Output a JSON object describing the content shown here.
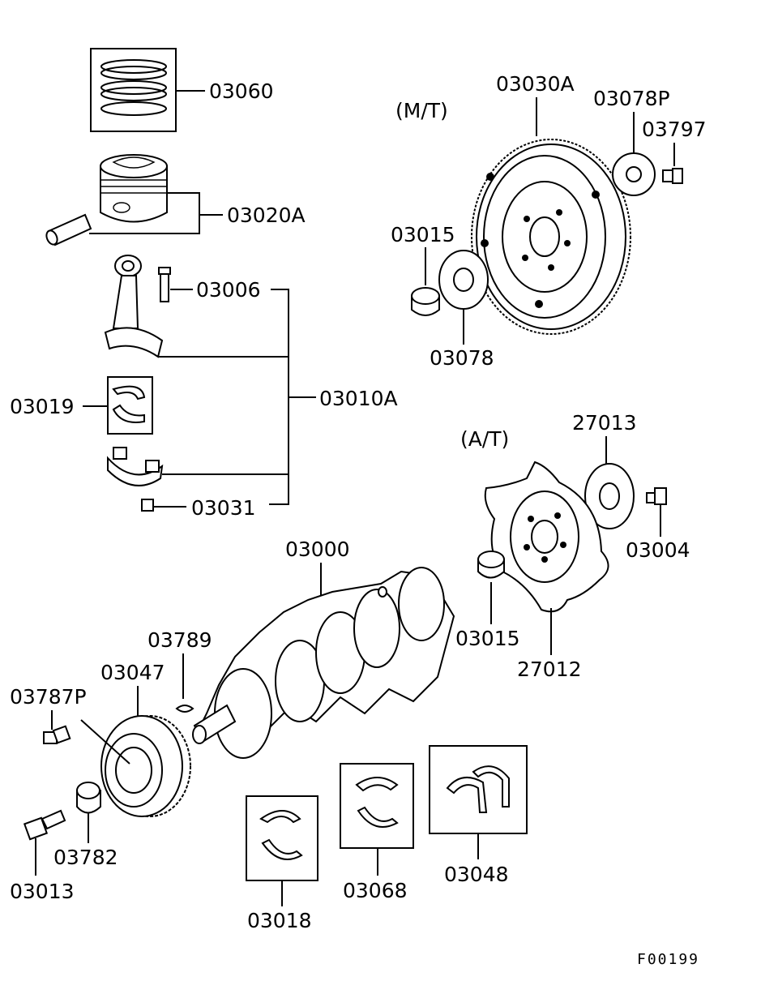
{
  "diagram": {
    "labels": {
      "p03060": "03060",
      "p03020A": "03020A",
      "p03006": "03006",
      "p03010A": "03010A",
      "p03019": "03019",
      "p03031": "03031",
      "mt": "(M/T)",
      "p03030A": "03030A",
      "p03078P": "03078P",
      "p03797": "03797",
      "p03015_top": "03015",
      "p03078": "03078",
      "at": "(A/T)",
      "p27013": "27013",
      "p03004": "03004",
      "p03015_bot": "03015",
      "p27012": "27012",
      "p03000": "03000",
      "p03789": "03789",
      "p03047": "03047",
      "p03787P": "03787P",
      "p03782": "03782",
      "p03013": "03013",
      "p03018": "03018",
      "p03068": "03068",
      "p03048": "03048",
      "figure_code": "F00199"
    },
    "icons": [
      "piston-rings-icon",
      "piston-icon",
      "piston-pin-icon",
      "connecting-rod-icon",
      "bearing-icon",
      "flywheel-icon",
      "drive-plate-icon",
      "crankshaft-icon",
      "pulley-icon",
      "bolt-icon",
      "washer-icon",
      "key-icon"
    ]
  }
}
